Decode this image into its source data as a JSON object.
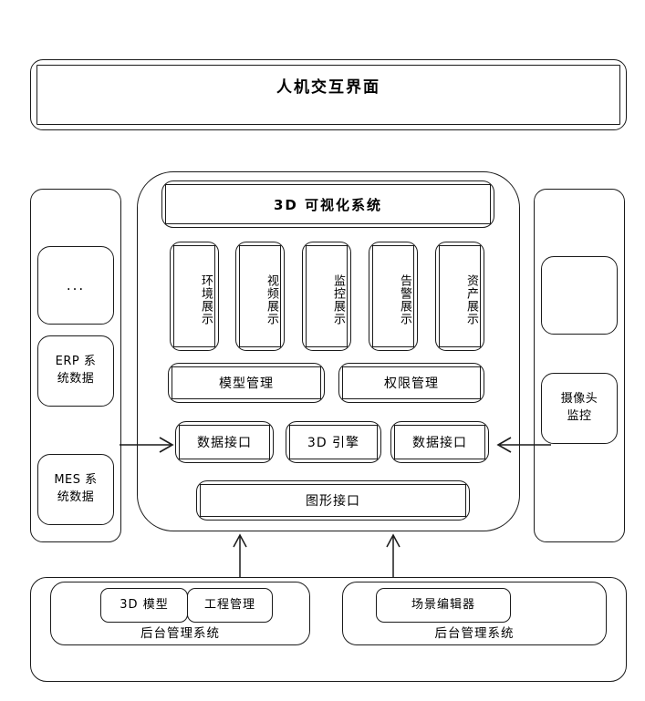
{
  "diagram": {
    "title_bar": {
      "label": "人机交互界面"
    },
    "left_sidebar": {
      "items": [
        {
          "name": "placeholder",
          "label": "..."
        },
        {
          "name": "erp-data",
          "label": "ERP 系\n统数据"
        },
        {
          "name": "mes-data",
          "label": "MES 系\n统数据"
        }
      ]
    },
    "right_sidebar": {
      "items": [
        {
          "name": "empty-slot",
          "label": ""
        },
        {
          "name": "camera-monitor",
          "label": "摄像头\n监控"
        }
      ]
    },
    "center": {
      "header": {
        "label": "3D 可视化系统"
      },
      "display_modules": [
        {
          "name": "environment-display",
          "label": "环境展示"
        },
        {
          "name": "video-display",
          "label": "视频展示"
        },
        {
          "name": "monitor-display",
          "label": "监控展示"
        },
        {
          "name": "alarm-display",
          "label": "告警展示"
        },
        {
          "name": "asset-display",
          "label": "资产展示"
        }
      ],
      "management_row": [
        {
          "name": "model-management",
          "label": "模型管理"
        },
        {
          "name": "permission-management",
          "label": "权限管理"
        }
      ],
      "interface_row": [
        {
          "name": "data-interface-left",
          "label": "数据接口"
        },
        {
          "name": "engine-3d",
          "label": "3D 引擎"
        },
        {
          "name": "data-interface-right",
          "label": "数据接口"
        }
      ],
      "graphics_interface": {
        "label": "图形接口"
      }
    },
    "bottom": {
      "left_panel": {
        "boxes": [
          {
            "name": "model-3d",
            "label": "3D 模型"
          },
          {
            "name": "project-management",
            "label": "工程管理"
          }
        ],
        "caption": "后台管理系统"
      },
      "right_panel": {
        "boxes": [
          {
            "name": "scene-editor",
            "label": "场景编辑器"
          }
        ],
        "caption": "后台管理系统"
      }
    },
    "colors": {
      "stroke": "#1a1a1a",
      "background": "#ffffff",
      "text": "#000000"
    }
  }
}
